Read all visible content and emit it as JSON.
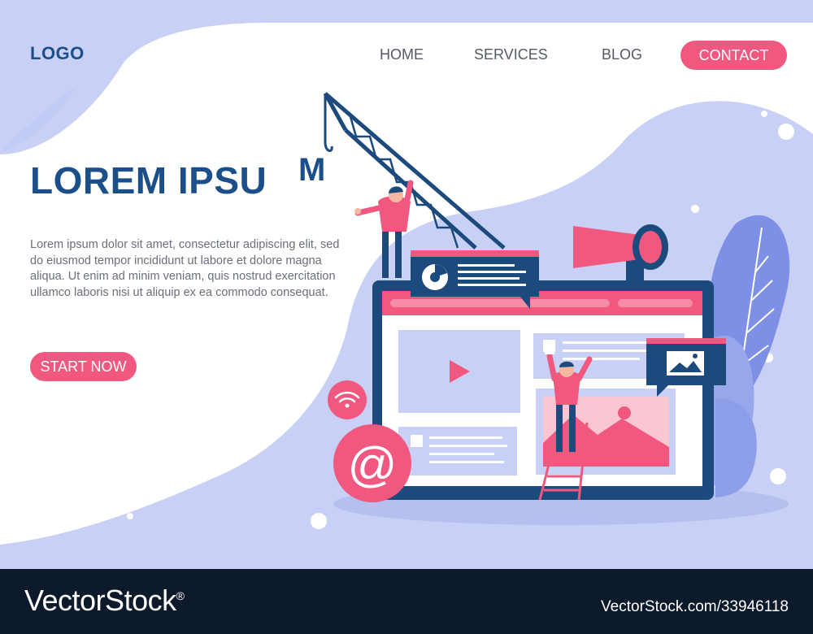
{
  "header": {
    "logo": "LOGO",
    "nav": [
      "HOME",
      "SERVICES",
      "BLOG"
    ],
    "contact_label": "CONTACT"
  },
  "hero": {
    "title": "LOREM IPSU",
    "title_tail": "M",
    "body": "Lorem ipsum dolor sit amet, consectetur adipiscing elit, sed do eiusmod tempor incididunt ut labore et dolore magna aliqua. Ut enim ad minim veniam, quis nostrud exercitation ullamco laboris nisi ut aliquip ex ea commodo consequat.",
    "cta_label": "START NOW"
  },
  "illustration": {
    "email_symbol": "@"
  },
  "footer": {
    "brand": "VectorStock",
    "brand_mark": "®",
    "image_id": "VectorStock.com/33946118"
  },
  "colors": {
    "primary": "#1b4f8a",
    "accent": "#f1587f",
    "blob": "#c8d1f5",
    "footer": "#0c1a2b"
  }
}
